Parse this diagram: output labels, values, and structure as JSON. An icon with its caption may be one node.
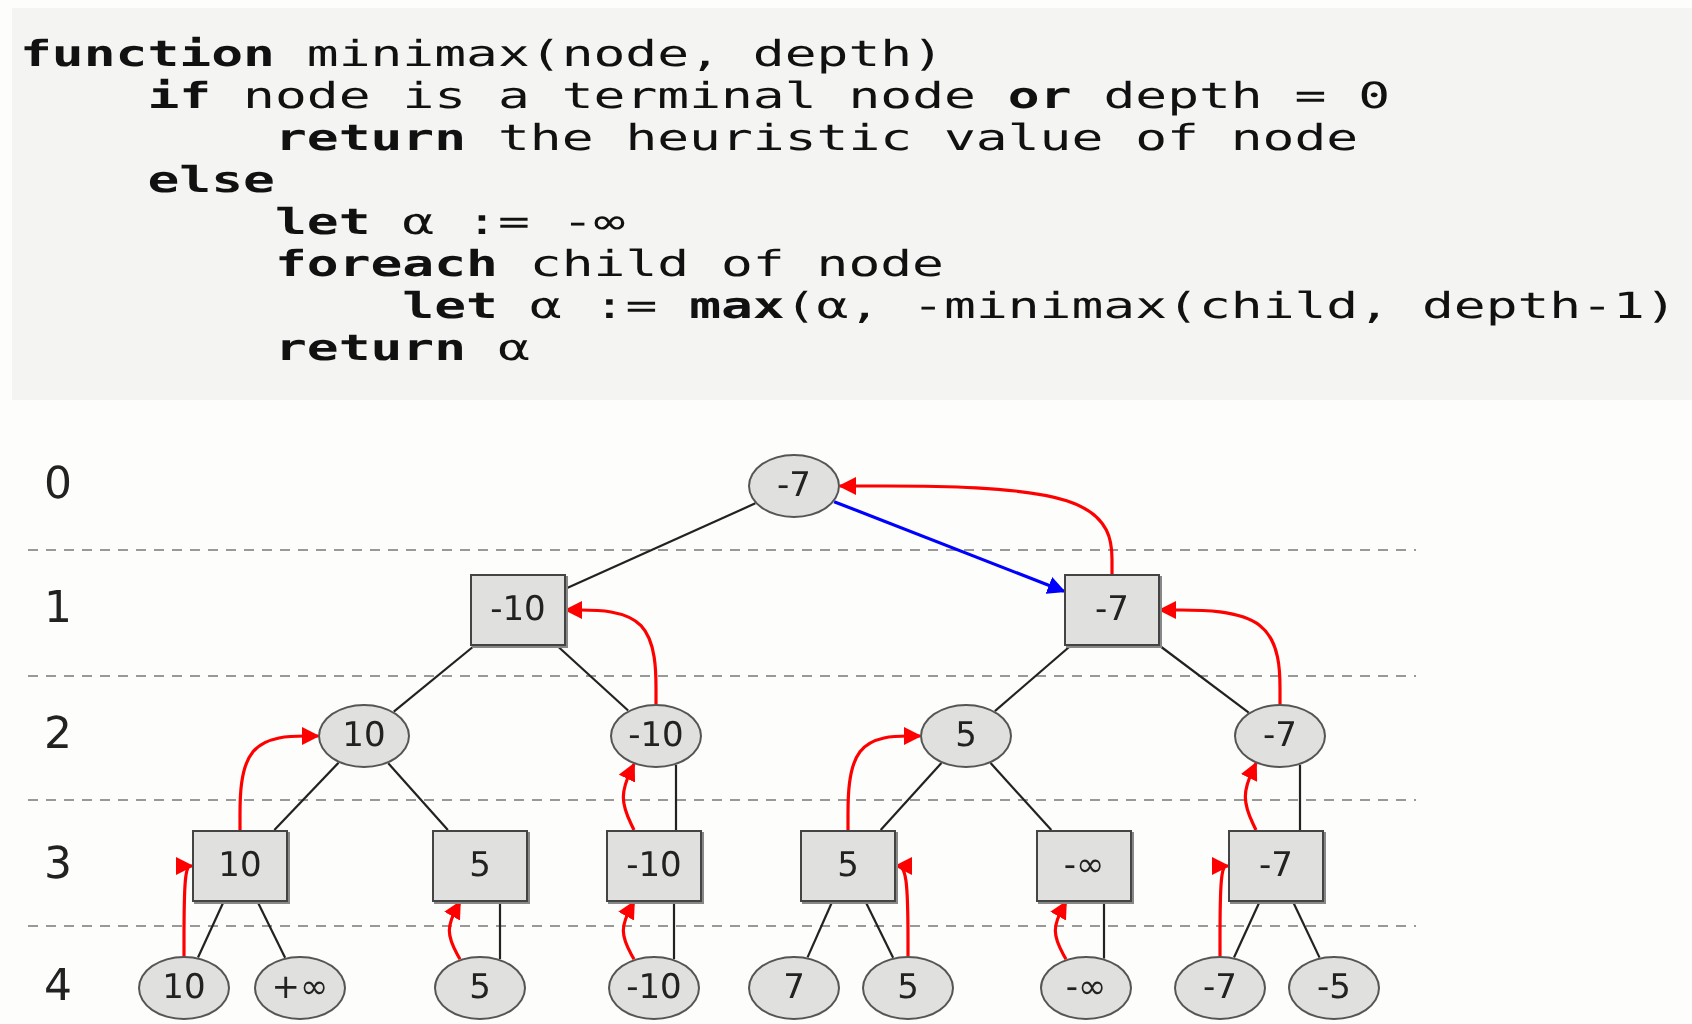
{
  "diagram": {
    "nodes": [
      {
        "text": [
          "-7"
        ]
      },
      {
        "text": [
          "-10"
        ]
      },
      {
        "text": [
          "-7"
        ]
      },
      {
        "text": [
          "10"
        ]
      },
      {
        "text": [
          "-10"
        ]
      },
      {
        "text": [
          "5"
        ]
      },
      {
        "text": [
          "-7"
        ]
      },
      {
        "text": [
          "10"
        ]
      },
      {
        "text": [
          "5"
        ]
      },
      {
        "text": [
          "-10"
        ]
      },
      {
        "text": [
          "5"
        ]
      },
      {
        "text": [
          "-∞"
        ]
      },
      {
        "text": [
          "-7"
        ]
      },
      {
        "text": [
          "10"
        ]
      },
      {
        "text": [
          "+∞"
        ]
      },
      {
        "text": [
          "5"
        ]
      },
      {
        "text": [
          "-10"
        ]
      },
      {
        "text": [
          "7"
        ]
      },
      {
        "text": [
          "5"
        ]
      },
      {
        "text": [
          "-∞"
        ]
      },
      {
        "text": [
          "-7"
        ]
      },
      {
        "text": [
          "-5"
        ]
      }
    ],
    "edges": [
      {
        "from": 0,
        "to": 1,
        "arrow": "none"
      },
      {
        "from": 0,
        "to": 2,
        "arrow": "to",
        "color": "#0000ff"
      },
      {
        "from": 1,
        "to": 3,
        "arrow": "none"
      },
      {
        "from": 1,
        "to": 4,
        "arrow": "none"
      },
      {
        "from": 2,
        "to": 5,
        "arrow": "none"
      },
      {
        "from": 2,
        "to": 6,
        "arrow": "none"
      },
      {
        "from": 3,
        "to": 7,
        "arrow": "none"
      },
      {
        "from": 3,
        "to": 8,
        "arrow": "none"
      },
      {
        "from": 4,
        "to": 9,
        "arrow": "none"
      },
      {
        "from": 5,
        "to": 10,
        "arrow": "none"
      },
      {
        "from": 5,
        "to": 11,
        "arrow": "none"
      },
      {
        "from": 6,
        "to": 12,
        "arrow": "none"
      },
      {
        "from": 7,
        "to": 13,
        "arrow": "none"
      },
      {
        "from": 7,
        "to": 14,
        "arrow": "none"
      },
      {
        "from": 8,
        "to": 15,
        "arrow": "none"
      },
      {
        "from": 9,
        "to": 16,
        "arrow": "none"
      },
      {
        "from": 10,
        "to": 17,
        "arrow": "none"
      },
      {
        "from": 10,
        "to": 18,
        "arrow": "none"
      },
      {
        "from": 11,
        "to": 19,
        "arrow": "none"
      },
      {
        "from": 12,
        "to": 20,
        "arrow": "none"
      },
      {
        "from": 12,
        "to": 21,
        "arrow": "none"
      },
      {
        "from": 2,
        "to": 0,
        "arrow": "to",
        "color": "#ff0000"
      },
      {
        "from": 4,
        "to": 1,
        "arrow": "to",
        "color": "#ff0000"
      },
      {
        "from": 6,
        "to": 2,
        "arrow": "to",
        "color": "#ff0000"
      },
      {
        "from": 7,
        "to": 3,
        "arrow": "to",
        "color": "#ff0000"
      },
      {
        "from": 9,
        "to": 4,
        "arrow": "to",
        "color": "#ff0000"
      },
      {
        "from": 10,
        "to": 5,
        "arrow": "to",
        "color": "#ff0000"
      },
      {
        "from": 12,
        "to": 6,
        "arrow": "to",
        "color": "#ff0000"
      },
      {
        "from": 13,
        "to": 7,
        "arrow": "to",
        "color": "#ff0000"
      },
      {
        "from": 15,
        "to": 8,
        "arrow": "to",
        "color": "#ff0000"
      },
      {
        "from": 16,
        "to": 9,
        "arrow": "to",
        "color": "#ff0000"
      },
      {
        "from": 18,
        "to": 10,
        "arrow": "to",
        "color": "#ff0000"
      },
      {
        "from": 19,
        "to": 11,
        "arrow": "to",
        "color": "#ff0000"
      },
      {
        "from": 20,
        "to": 12,
        "arrow": "to",
        "color": "#ff0000"
      }
    ],
    "labels": [
      "**function** minimax(node, depth)",
      "    **if** node is a terminal node **or** depth = 0",
      "        **return** the heuristic value of node",
      "    **else**",
      "        **let** α := -∞",
      "        **foreach** child of node",
      "            **let** α := **max**(α, -minimax(child, depth-1)",
      "        **return** α",
      "0",
      "1",
      "2",
      "3",
      "4"
    ]
  }
}
